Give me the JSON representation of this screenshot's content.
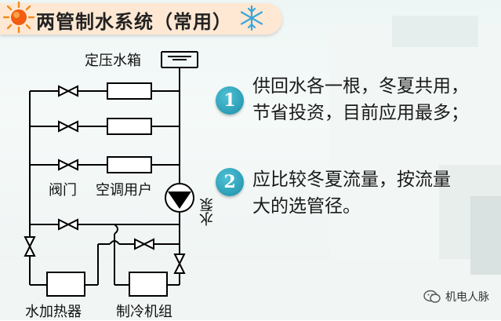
{
  "title": "两管制水系统（常用）",
  "labels": {
    "tank": "定压水箱",
    "valve": "阀门",
    "ac_user": "空调用户",
    "pump": "水泵",
    "heater": "水加热器",
    "chiller": "制冷机组"
  },
  "points": [
    {
      "num": "1",
      "lines": [
        "供回水各一根，冬夏共用，",
        "节省投资，目前应用最多；"
      ]
    },
    {
      "num": "2",
      "lines": [
        "应比较冬夏流量，按流量",
        "大的选管径。"
      ]
    }
  ],
  "watermark": "机电人脉",
  "colors": {
    "title_bg": "#ffe8d3",
    "badge": "#1b8ea7",
    "pipe": "#000000"
  }
}
